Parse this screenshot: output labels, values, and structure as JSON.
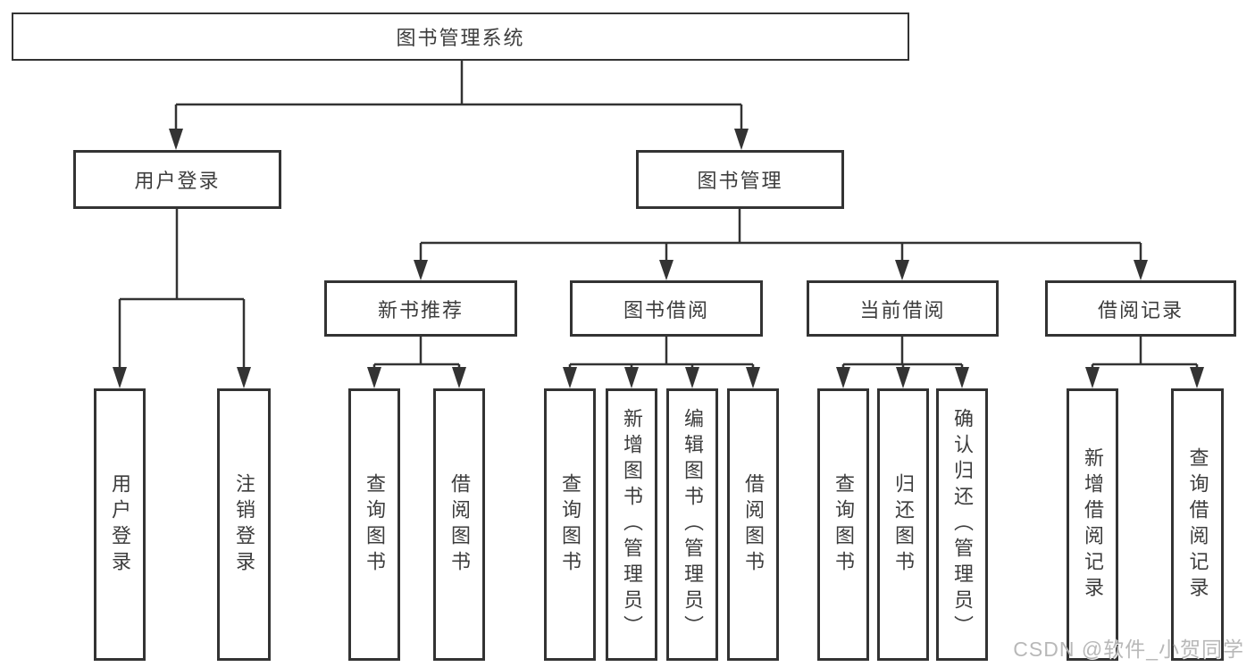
{
  "tree": {
    "root": {
      "label": "图书管理系统"
    },
    "branches": [
      {
        "label": "用户登录",
        "children": [
          {
            "label": "用户登录"
          },
          {
            "label": "注销登录"
          }
        ]
      },
      {
        "label": "图书管理",
        "groups": [
          {
            "label": "新书推荐",
            "children": [
              {
                "label": "查询图书"
              },
              {
                "label": "借阅图书"
              }
            ]
          },
          {
            "label": "图书借阅",
            "children": [
              {
                "label": "查询图书"
              },
              {
                "label": "新增图书（管理员）"
              },
              {
                "label": "编辑图书（管理员）"
              },
              {
                "label": "借阅图书"
              }
            ]
          },
          {
            "label": "当前借阅",
            "children": [
              {
                "label": "查询图书"
              },
              {
                "label": "归还图书"
              },
              {
                "label": "确认归还（管理员）"
              }
            ]
          },
          {
            "label": "借阅记录",
            "children": [
              {
                "label": "新增借阅记录"
              },
              {
                "label": "查询借阅记录"
              }
            ]
          }
        ]
      }
    ]
  },
  "watermark": {
    "text": "CSDN @软件_小贺同学"
  },
  "colors": {
    "line": "#333333",
    "text": "#3d3d3d",
    "background": "#ffffff",
    "watermark": "#b3b3b3"
  }
}
